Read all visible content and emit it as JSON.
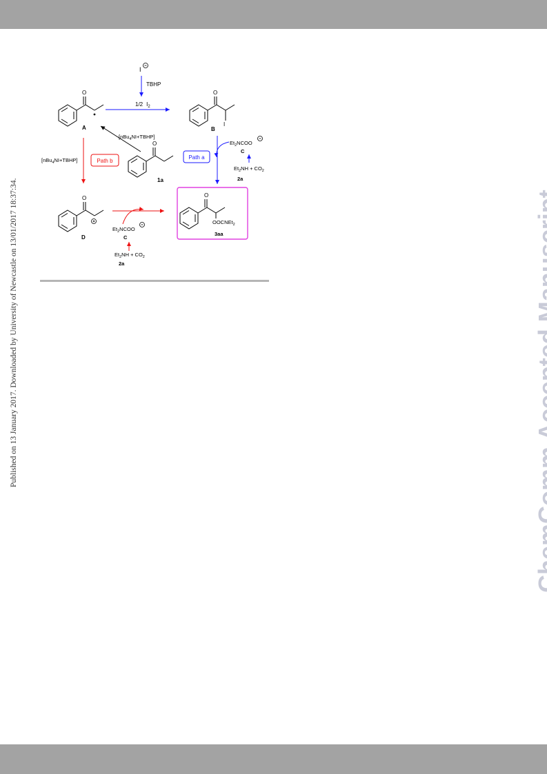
{
  "side_note": "Published on 13 January 2017. Downloaded by University of Newcastle on 13/01/2017 18:37:34.",
  "watermark": "ChemComm Accepted Manuscript",
  "scheme": {
    "iodide_label": "I",
    "tbhp": "TBHP",
    "half_iodine": "1/2",
    "iodine": "I",
    "reagent_nbu4ni_left": "[nBu",
    "reagent_nbu4ni_right": "NI+TBHP]",
    "reagent_sub_4": "4",
    "path_a": "Path a",
    "path_b": "Path b",
    "carbamate_left": "Et",
    "carbamate_right": "NCOO",
    "carbamate_sub": "2",
    "amine_left": "Et",
    "amine_mid": "NH + CO",
    "amine_sub": "2",
    "product_group": "OOCNEt",
    "label_A": "A",
    "label_B": "B",
    "label_C": "C",
    "label_D": "D",
    "label_1a": "1a",
    "label_2a": "2a",
    "label_3aa": "3aa",
    "oxygen": "O",
    "colors": {
      "blue": "#1a1aff",
      "red": "#ee1111",
      "magenta": "#e040e0"
    }
  }
}
